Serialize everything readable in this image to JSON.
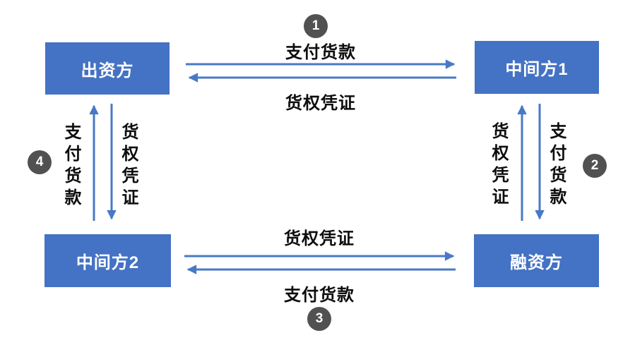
{
  "colors": {
    "bg": "#ffffff",
    "box": "#4472C4",
    "box_text": "#ffffff",
    "arrow": "#4779C7",
    "badge": "#515151",
    "label": "#0d0d0d"
  },
  "nodes": {
    "funder": {
      "label": "出资方"
    },
    "middleman1": {
      "label": "中间方1"
    },
    "middleman2": {
      "label": "中间方2"
    },
    "financier": {
      "label": "融资方"
    }
  },
  "flows": {
    "top": {
      "step": "1",
      "pay_label": "支付货款",
      "cert_label": "货权凭证"
    },
    "right": {
      "step": "2",
      "cert_label": "货权凭证",
      "pay_label": "支付货款"
    },
    "bottom": {
      "step": "3",
      "cert_label": "货权凭证",
      "pay_label": "支付货款"
    },
    "left": {
      "step": "4",
      "pay_label": "支付货款",
      "cert_label": "货权凭证"
    }
  }
}
